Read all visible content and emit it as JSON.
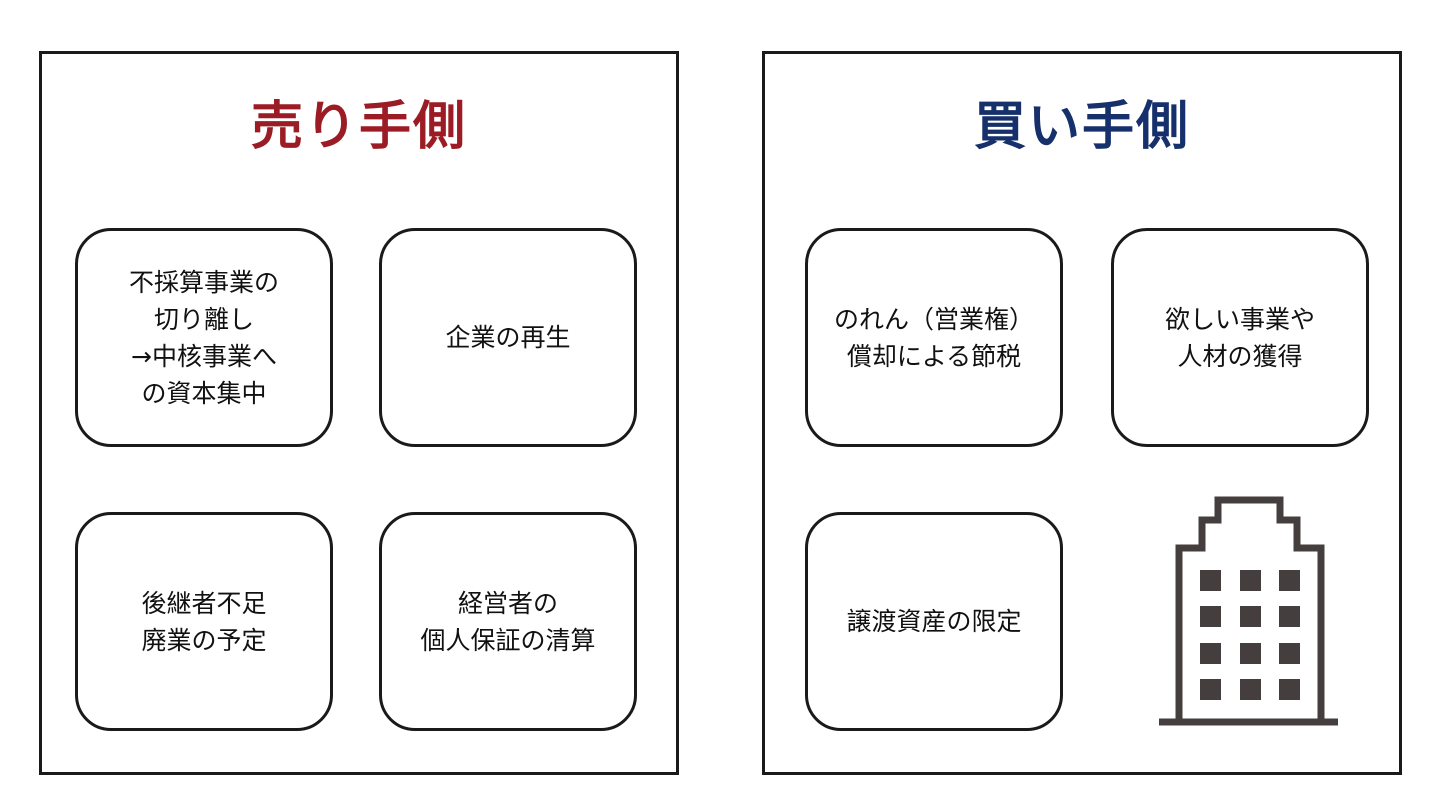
{
  "colors": {
    "seller": "#9b1c24",
    "buyer": "#16306b",
    "icon": "#443f3e"
  },
  "seller": {
    "title": "売り手側",
    "items": [
      "不採算事業の\n切り離し\n→中核事業へ\nの資本集中",
      "企業の再生",
      "後継者不足\n廃業の予定",
      "経営者の\n個人保証の清算"
    ]
  },
  "buyer": {
    "title": "買い手側",
    "items": [
      "のれん（営業権）\n償却による節税",
      "欲しい事業や\n人材の獲得",
      "譲渡資産の限定"
    ],
    "icon": "building-icon"
  }
}
